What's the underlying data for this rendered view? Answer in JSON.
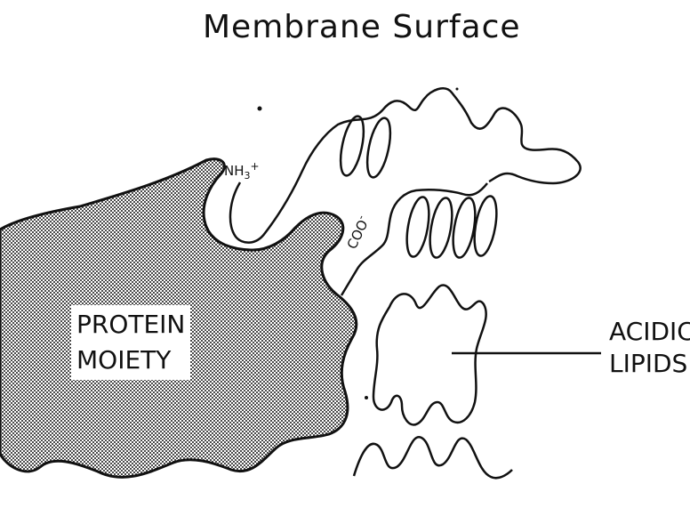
{
  "title": "Membrane Surface",
  "protein": {
    "line1": "PROTEIN",
    "line2": "MOIETY"
  },
  "lipids": {
    "line1": "ACIDIC",
    "line2": "LIPIDS"
  },
  "amino_terminus": {
    "base": "NH",
    "subscript": "3",
    "charge": "+"
  },
  "carboxyl_terminus": {
    "text": "COO",
    "charge": "-"
  },
  "colors": {
    "ink": "#111111",
    "stipple": "#4a4a4a",
    "background": "#ffffff"
  }
}
